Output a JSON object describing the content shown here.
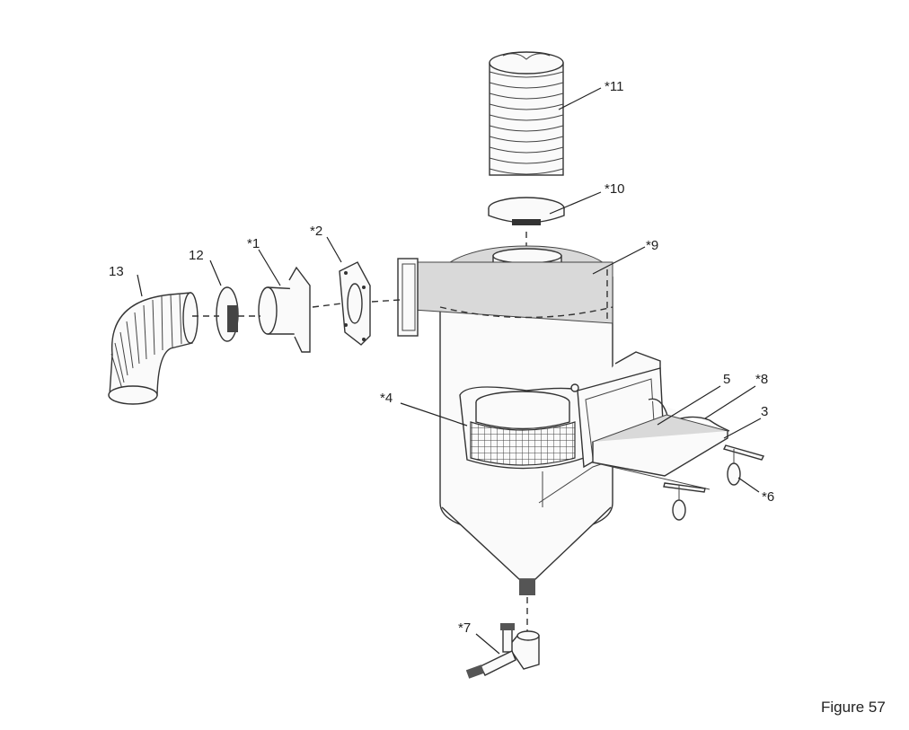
{
  "figure": {
    "caption": "Figure 57",
    "labels": {
      "l1": "*1",
      "l2": "*2",
      "l3": "3",
      "l4": "*4",
      "l5": "5",
      "l6": "*6",
      "l7": "*7",
      "l8": "*8",
      "l9": "*9",
      "l10": "*10",
      "l11": "*11",
      "l12": "12",
      "l13": "13"
    }
  }
}
